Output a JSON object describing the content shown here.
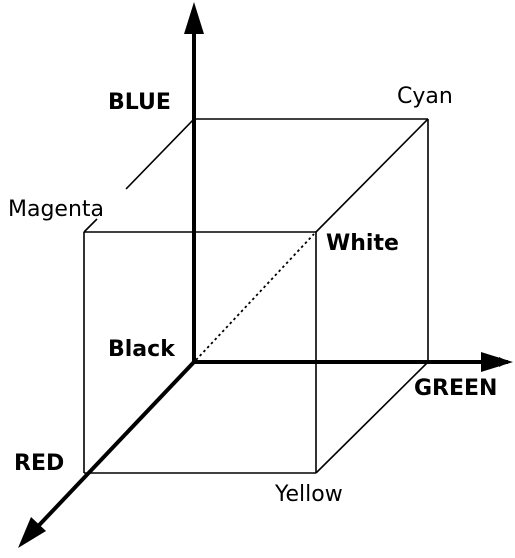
{
  "diagram": {
    "axes": {
      "blue": "BLUE",
      "green": "GREEN",
      "red": "RED"
    },
    "vertices": {
      "black": "Black",
      "white": "White",
      "cyan": "Cyan",
      "magenta": "Magenta",
      "yellow": "Yellow"
    }
  },
  "colors": {
    "stroke": "#000000",
    "background": "#ffffff"
  }
}
